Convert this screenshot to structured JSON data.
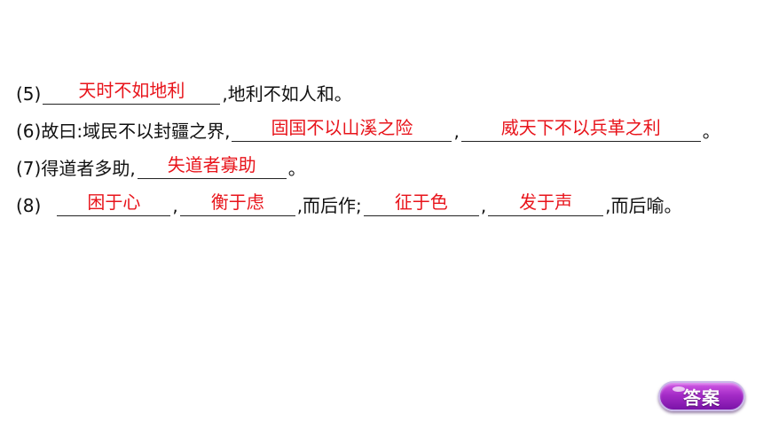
{
  "questions": [
    {
      "pre": "(5)",
      "ans1": "天时不如地利",
      "post": ",地利不如人和。"
    },
    {
      "pre": "(6)故曰:域民不以封疆之界,",
      "ans1": "固国不以山溪之险",
      "mid": ",",
      "ans2": "威天下不以兵革之利",
      "post": "。"
    },
    {
      "pre": "(7)得道者多助,",
      "ans1": "失道者寡助",
      "post": "。"
    },
    {
      "pre": "(8)",
      "ans1": "困于心",
      "sep1": ",",
      "ans2": "衡于虑",
      "mid": ",而后作;",
      "ans3": "征于色",
      "sep2": ",",
      "ans4": "发于声",
      "post": ",而后喻。"
    }
  ],
  "answer_button": {
    "label": "答案"
  },
  "colors": {
    "answer_text": "#e8141b",
    "button_purple": "#a52cc7"
  }
}
